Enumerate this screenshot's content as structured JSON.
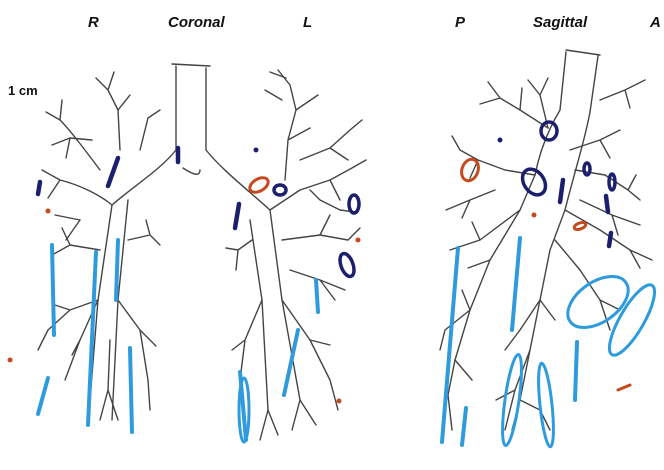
{
  "labels": {
    "right": "R",
    "coronal": "Coronal",
    "left": "L",
    "posterior": "P",
    "sagittal": "Sagittal",
    "anterior": "A"
  },
  "scale_bar": "1 cm",
  "colors": {
    "airway_outline": "#444444",
    "blue_marks": "#2e9bdc",
    "navy_marks": "#1b1f6e",
    "red_marks": "#c44a1f"
  }
}
